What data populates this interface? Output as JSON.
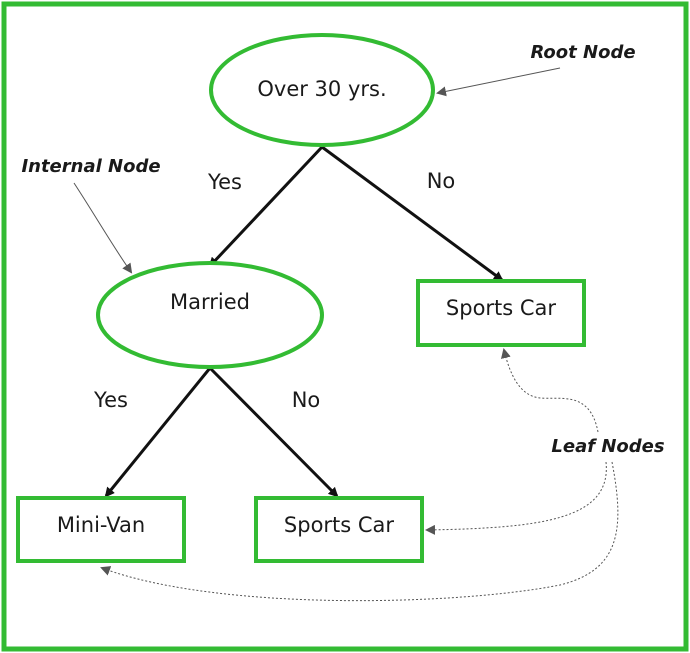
{
  "colors": {
    "border": "#33bb33",
    "node_stroke": "#33bb33",
    "edge": "#111111",
    "callout": "#777777",
    "background": "#ffffff"
  },
  "nodes": {
    "root": "Over 30 yrs.",
    "internal": "Married",
    "leaf_right": "Sports Car",
    "leaf_mini_van": "Mini-Van",
    "leaf_sports_car": "Sports Car"
  },
  "edges": {
    "root_yes": "Yes",
    "root_no": "No",
    "married_yes": "Yes",
    "married_no": "No"
  },
  "annotations": {
    "root_node": "Root Node",
    "internal_node": "Internal Node",
    "leaf_nodes": "Leaf Nodes"
  }
}
